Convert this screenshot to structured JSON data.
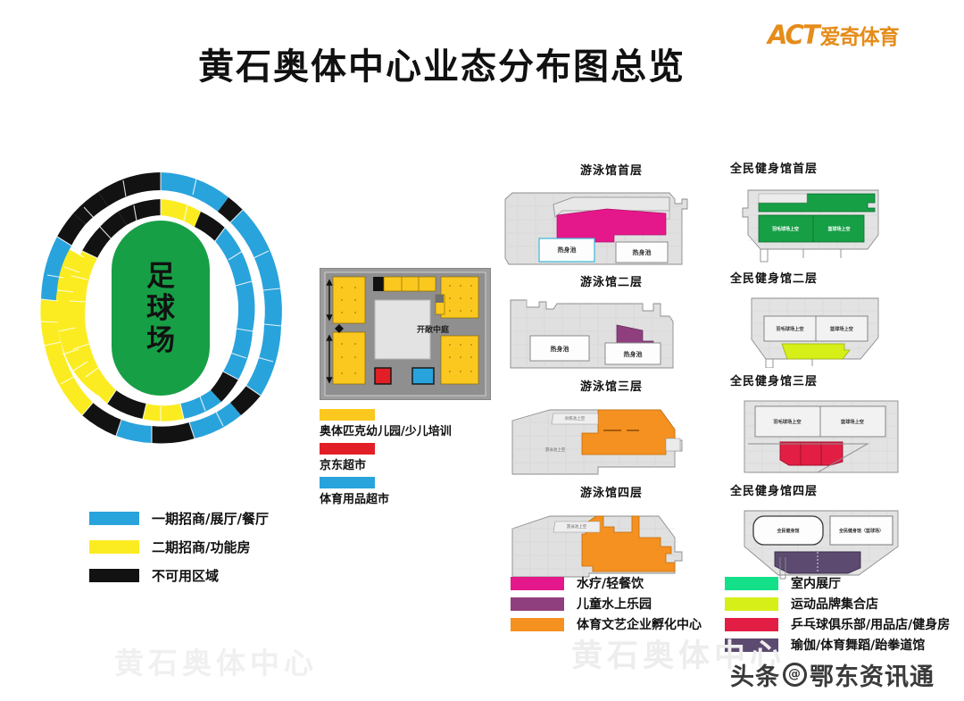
{
  "header": {
    "title": "黄石奥体中心业态分布图总览",
    "logo_main": "ACT",
    "logo_cn": "爱奇体育"
  },
  "stadium": {
    "pitch_label": "足球场",
    "legend": [
      {
        "color": "#29a3dc",
        "label": "一期招商/展厅/餐厅"
      },
      {
        "color": "#fbec21",
        "label": "二期招商/功能房"
      },
      {
        "color": "#121212",
        "label": "不可用区域"
      }
    ]
  },
  "mall": {
    "atrium_label": "开敞中庭",
    "legend": [
      {
        "color": "#fbc81f",
        "label": "奥体匹克幼儿园/少儿培训"
      },
      {
        "color": "#e21f26",
        "label": "京东超市"
      },
      {
        "color": "#29a3dc",
        "label": "体育用品超市"
      }
    ]
  },
  "pool": {
    "floors": [
      {
        "title": "游泳馆首层",
        "rooms": [
          "热身池",
          "热身池"
        ],
        "zone_color": "#e5188b"
      },
      {
        "title": "游泳馆二层",
        "rooms": [
          "热身池",
          "热身池"
        ],
        "zone_color": "#8f3f7e"
      },
      {
        "title": "游泳馆三层",
        "rooms": [
          "训练池上空",
          "游泳池上空"
        ],
        "zone_color": "#f59120"
      },
      {
        "title": "游泳馆四层",
        "rooms": [
          "游泳池上空"
        ],
        "zone_color": "#f59120"
      }
    ],
    "legend": [
      {
        "color": "#e5188b",
        "label": "水疗/轻餐饮"
      },
      {
        "color": "#8f3f7e",
        "label": "儿童水上乐园"
      },
      {
        "color": "#f59120",
        "label": "体育文艺企业孵化中心"
      }
    ]
  },
  "gym": {
    "floors": [
      {
        "title": "全民健身馆首层",
        "rooms": [
          "羽毛球场上空",
          "篮球场上空"
        ],
        "zone_color": "#179f46"
      },
      {
        "title": "全民健身馆二层",
        "rooms": [
          "羽毛球场上空",
          "篮球场上空"
        ],
        "zone_color": "#d6ef18"
      },
      {
        "title": "全民健身馆三层",
        "rooms": [
          "羽毛球场上空",
          "篮球场上空"
        ],
        "zone_color": "#e31e45"
      },
      {
        "title": "全民健身馆四层",
        "rooms": [
          "全民健身馆",
          "全民健身馆（篮球场）"
        ],
        "zone_color": "#5c4a70"
      }
    ],
    "legend": [
      {
        "color": "#14e08a",
        "label": "室内展厅"
      },
      {
        "color": "#d6ef18",
        "label": "运动品牌集合店"
      },
      {
        "color": "#e31e45",
        "label": "乒乓球俱乐部/用品店/健身房"
      },
      {
        "color": "#5c4a70",
        "label": "瑜伽/体育舞蹈/跆拳道馆"
      }
    ]
  },
  "watermark": {
    "faint_left": "黄石奥体中心",
    "faint_right": "黄石奥体中心",
    "main_prefix": "头条",
    "main_at": "@",
    "main_name": "鄂东资讯通"
  }
}
